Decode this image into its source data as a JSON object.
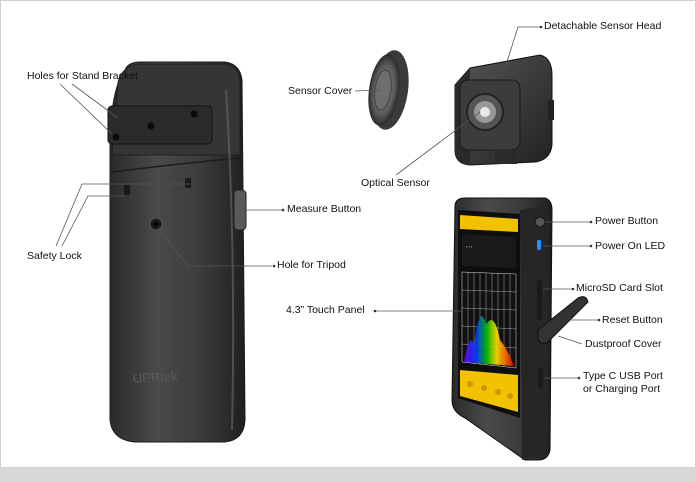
{
  "labels": {
    "holes_stand_bracket": "Holes for Stand Bracket",
    "safety_lock": "Safety Lock",
    "measure_button": "Measure Button",
    "hole_tripod": "Hole for Tripod",
    "sensor_cover": "Sensor Cover",
    "detachable_sensor_head": "Detachable Sensor Head",
    "optical_sensor": "Optical Sensor",
    "power_button": "Power Button",
    "power_on_led": "Power On LED",
    "microsd_slot": "MicroSD Card Slot",
    "touch_panel": "4.3” Touch Panel",
    "reset_button": "Reset Button",
    "dustproof_cover": "Dustproof Cover",
    "usb_line1": "Type C USB Port",
    "usb_line2": "or Charging Port"
  },
  "device": {
    "brand_text": "UPRtek"
  },
  "colors": {
    "device_body": "#3a3a3a",
    "screen_yellow": "#f2c200",
    "leader_line": "#555555"
  }
}
